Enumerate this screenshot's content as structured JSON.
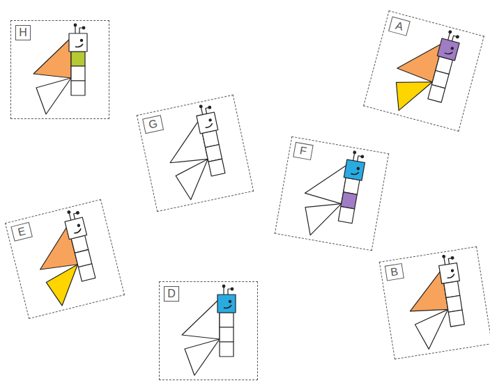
{
  "diagram": {
    "nodes": [
      {
        "text": [
          "H"
        ]
      },
      {
        "text": [
          "A"
        ]
      },
      {
        "text": [
          "G"
        ]
      },
      {
        "text": [
          "F"
        ]
      },
      {
        "text": [
          "E"
        ]
      },
      {
        "text": [
          "B"
        ]
      },
      {
        "text": [
          "D"
        ]
      }
    ]
  }
}
